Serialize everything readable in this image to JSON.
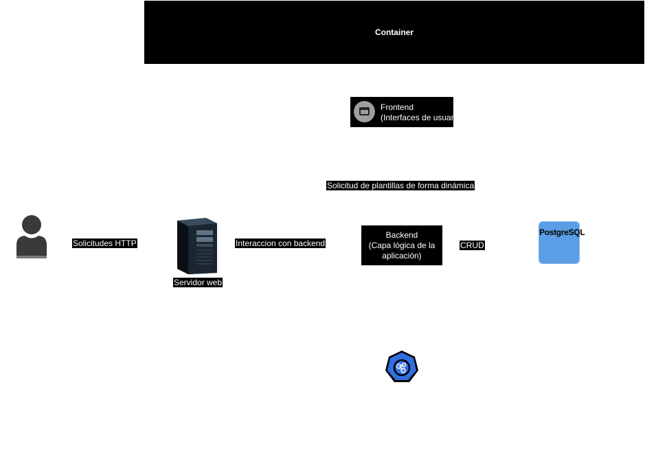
{
  "container": {
    "label": "Container"
  },
  "frontend": {
    "line1": "Frontend",
    "line2": "(Interfaces de usuario)",
    "icon": "browser-window-icon"
  },
  "edges": {
    "templates": "Solicitud de plantillas de forma dinámica",
    "http": "Solicitudes HTTP",
    "backend_interaction": "Interaccion con backend",
    "crud": "CRUD"
  },
  "user": {
    "icon": "user-icon"
  },
  "server": {
    "label": "Servidor web",
    "icon": "server-tower-icon"
  },
  "backend": {
    "label": "Backend\n(Capa lógica de la\naplicación)"
  },
  "database": {
    "label": "PostgreSQL",
    "color": "#5b9ee6"
  },
  "kubernetes": {
    "icon": "kubernetes-icon",
    "color": "#2f6fe0"
  }
}
